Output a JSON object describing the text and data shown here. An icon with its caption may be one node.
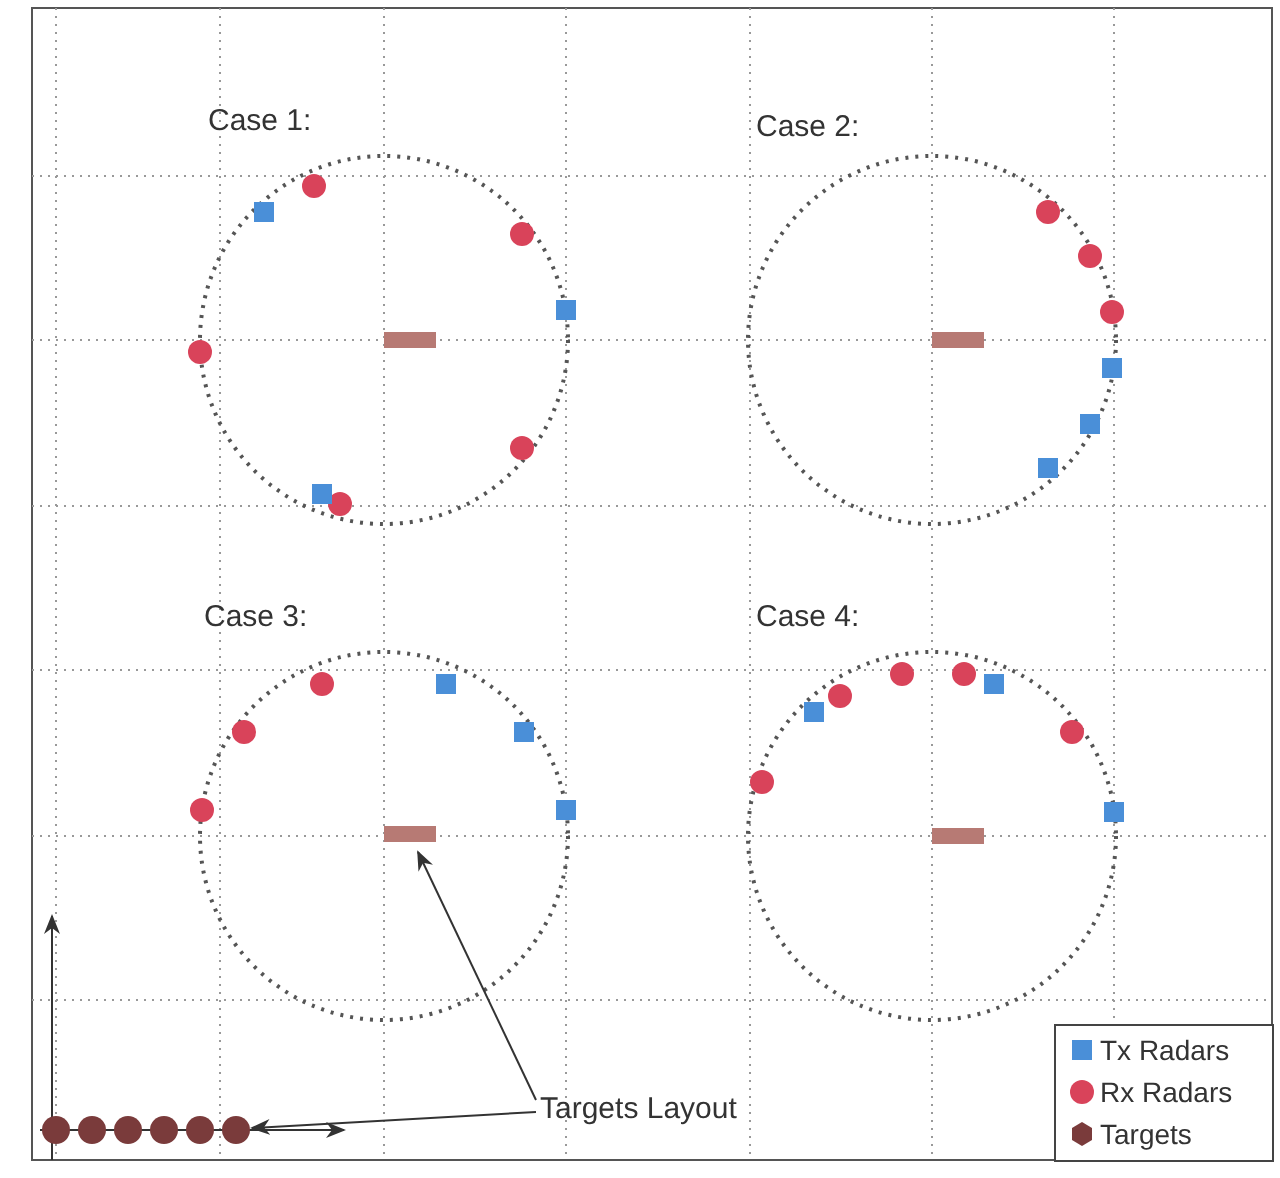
{
  "diagram": {
    "nodes": [
      {
        "text": [
          "Targets Layout"
        ]
      },
      {
        "text": [],
        "shape": "bar"
      },
      {
        "text": [],
        "shape": "circle"
      }
    ],
    "edges": [
      {
        "from": 0,
        "to": 1,
        "arrow": "to"
      },
      {
        "from": 0,
        "to": 2,
        "arrow": "to"
      }
    ],
    "labels": [
      "Case 1:",
      "Case 2:",
      "Case 3:",
      "Case 4:"
    ],
    "legend": [
      {
        "text": "Tx Radars",
        "color": "#4a8fd8"
      },
      {
        "text": "Rx Radars",
        "color": "#d9435a"
      },
      {
        "text": "Targets",
        "color": "#7a3b3b"
      }
    ]
  }
}
